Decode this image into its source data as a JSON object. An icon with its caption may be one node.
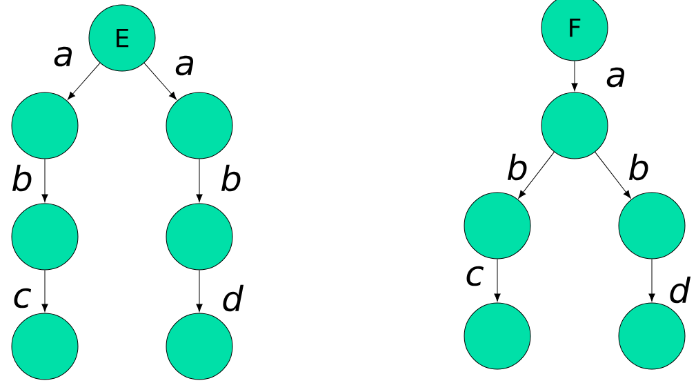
{
  "diagram": {
    "nodes": [
      {
        "text": [
          "E"
        ]
      },
      {
        "text": [],
        "shape": "circle"
      },
      {
        "text": [],
        "shape": "circle"
      },
      {
        "text": [],
        "shape": "circle"
      },
      {
        "text": [],
        "shape": "circle"
      },
      {
        "text": [],
        "shape": "circle"
      },
      {
        "text": [],
        "shape": "circle"
      },
      {
        "text": [
          "F"
        ]
      },
      {
        "text": [],
        "shape": "circle"
      },
      {
        "text": [],
        "shape": "circle"
      },
      {
        "text": [],
        "shape": "circle"
      },
      {
        "text": [],
        "shape": "circle"
      },
      {
        "text": [],
        "shape": "circle"
      }
    ],
    "edges": [
      {
        "from": 0,
        "to": 1,
        "arrow": "to",
        "label": "a"
      },
      {
        "from": 0,
        "to": 2,
        "arrow": "to",
        "label": "a"
      },
      {
        "from": 1,
        "to": 3,
        "arrow": "to",
        "label": "b"
      },
      {
        "from": 2,
        "to": 4,
        "arrow": "to",
        "label": "b"
      },
      {
        "from": 3,
        "to": 5,
        "arrow": "to",
        "label": "c"
      },
      {
        "from": 4,
        "to": 6,
        "arrow": "to",
        "label": "d"
      },
      {
        "from": 7,
        "to": 8,
        "arrow": "to",
        "label": "a"
      },
      {
        "from": 8,
        "to": 9,
        "arrow": "to",
        "label": "b"
      },
      {
        "from": 8,
        "to": 10,
        "arrow": "to",
        "label": "b"
      },
      {
        "from": 9,
        "to": 11,
        "arrow": "to",
        "label": "c"
      },
      {
        "from": 10,
        "to": 12,
        "arrow": "to",
        "label": "d"
      }
    ]
  }
}
